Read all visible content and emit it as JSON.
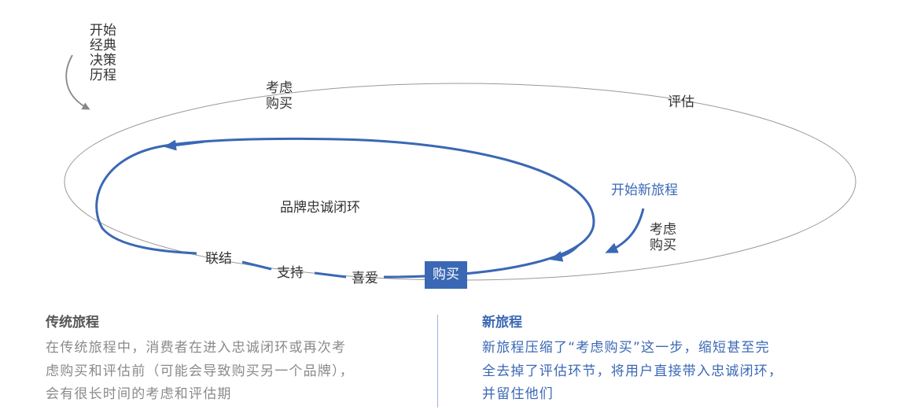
{
  "diagram": {
    "start_classic_lines": [
      "开始",
      "经典",
      "决策",
      "历程"
    ],
    "outer_consider_lines": [
      "考虑",
      "购买"
    ],
    "evaluate": "评估",
    "loyalty_loop": "品牌忠诚闭环",
    "new_journey_start": "开始新旅程",
    "inner_consider_lines": [
      "考虑",
      "购买"
    ],
    "connect": "联结",
    "support": "支持",
    "love": "喜爱",
    "buy": "购买",
    "colors": {
      "blue": "#3a68b4",
      "gray_line": "#999999",
      "text": "#333333"
    }
  },
  "traditional": {
    "title": "传统旅程",
    "lines": [
      "在传统旅程中，消费者在进入忠诚闭环或再次考",
      "虑购买和评估前（可能会导致购买另一个品牌），",
      "会有很长时间的考虑和评估期"
    ]
  },
  "new_journey": {
    "title": "新旅程",
    "lines": [
      "新旅程压缩了“考虑购买”这一步，缩短甚至完",
      "全去掉了评估环节，将用户直接带入忠诚闭环，",
      "并留住他们"
    ]
  }
}
